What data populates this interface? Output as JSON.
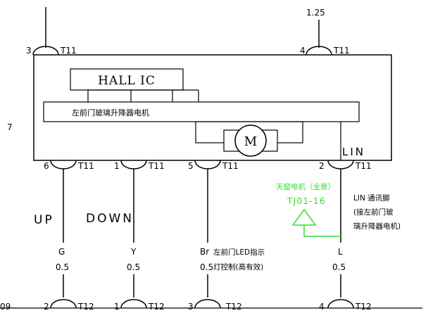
{
  "top_connectors": {
    "left": {
      "pin": "3",
      "code": "T11"
    },
    "right": {
      "pin": "4",
      "code": "T11",
      "wire_size": "1.25"
    }
  },
  "module": {
    "hall_ic_label": "HALL  IC",
    "motor_label": "左前门玻璃升降器电机",
    "motor_symbol": "M",
    "lin_label": "LIN",
    "side_marker": "7"
  },
  "bottom_t11_pins": [
    {
      "pin": "6",
      "code": "T11"
    },
    {
      "pin": "1",
      "code": "T11"
    },
    {
      "pin": "5",
      "code": "T11"
    },
    {
      "pin": "2",
      "code": "T11"
    }
  ],
  "wires": [
    {
      "function": "UP",
      "color": "G",
      "size": "0.5"
    },
    {
      "function": "DOWN",
      "color": "Y",
      "size": "0.5"
    },
    {
      "function": "",
      "color": "Br",
      "size": "0.5",
      "note_line1": "左前门LED指示",
      "note_line2": "灯控制(高有效)"
    },
    {
      "function": "",
      "color": "L",
      "size": "0.5"
    }
  ],
  "lin_note": {
    "line1": "LIN 通讯脚",
    "line2": "(接左前门玻",
    "line3": "璃升降器电机)"
  },
  "green_ref": {
    "label": "天窗电机（全景）",
    "ref": "TJ01-16",
    "color": "#33dd33"
  },
  "bottom_t12_pins": [
    {
      "pin": "2",
      "code": "T12"
    },
    {
      "pin": "1",
      "code": "T12"
    },
    {
      "pin": "3",
      "code": "T12"
    },
    {
      "pin": "4",
      "code": "T12"
    }
  ],
  "left_edge_text": "09"
}
